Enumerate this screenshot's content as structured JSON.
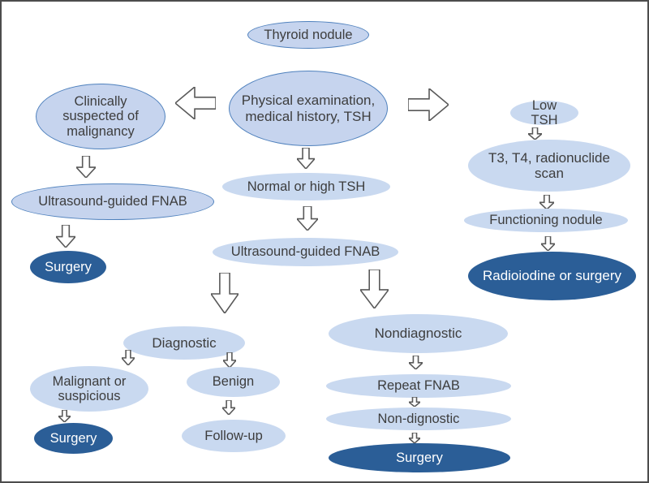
{
  "figure_type": "flowchart",
  "nodes": {
    "thyroid_nodule": "Thyroid nodule",
    "physical_exam": "Physical examination, medical history, TSH",
    "clinically_suspected": "Clinically suspected of malignancy",
    "us_fnab_left": "Ultrasound-guided FNAB",
    "surgery_left": "Surgery",
    "low_tsh": "Low TSH",
    "t3_t4_scan": "T3, T4, radionuclide scan",
    "functioning_nodule": "Functioning nodule",
    "radioiodine_surgery": "Radioiodine or surgery",
    "normal_high_tsh": "Normal or high TSH",
    "us_fnab_mid": "Ultrasound-guided FNAB",
    "diagnostic": "Diagnostic",
    "malignant_suspicious": "Malignant or suspicious",
    "surgery_mid": "Surgery",
    "benign": "Benign",
    "follow_up": "Follow-up",
    "nondiagnostic": "Nondiagnostic",
    "repeat_fnab": "Repeat FNAB",
    "non_dignostic": "Non-dignostic",
    "surgery_right": "Surgery"
  },
  "colors": {
    "light_fill": "#c9d9f0",
    "bordered_fill": "#c6d4ee",
    "node_stroke": "#4f81bd",
    "dark_fill": "#2b5e97",
    "text_color": "#3d3d3d",
    "dark_text": "#ffffff",
    "arrow_stroke": "#595959",
    "frame_color": "#4d4d4d"
  }
}
